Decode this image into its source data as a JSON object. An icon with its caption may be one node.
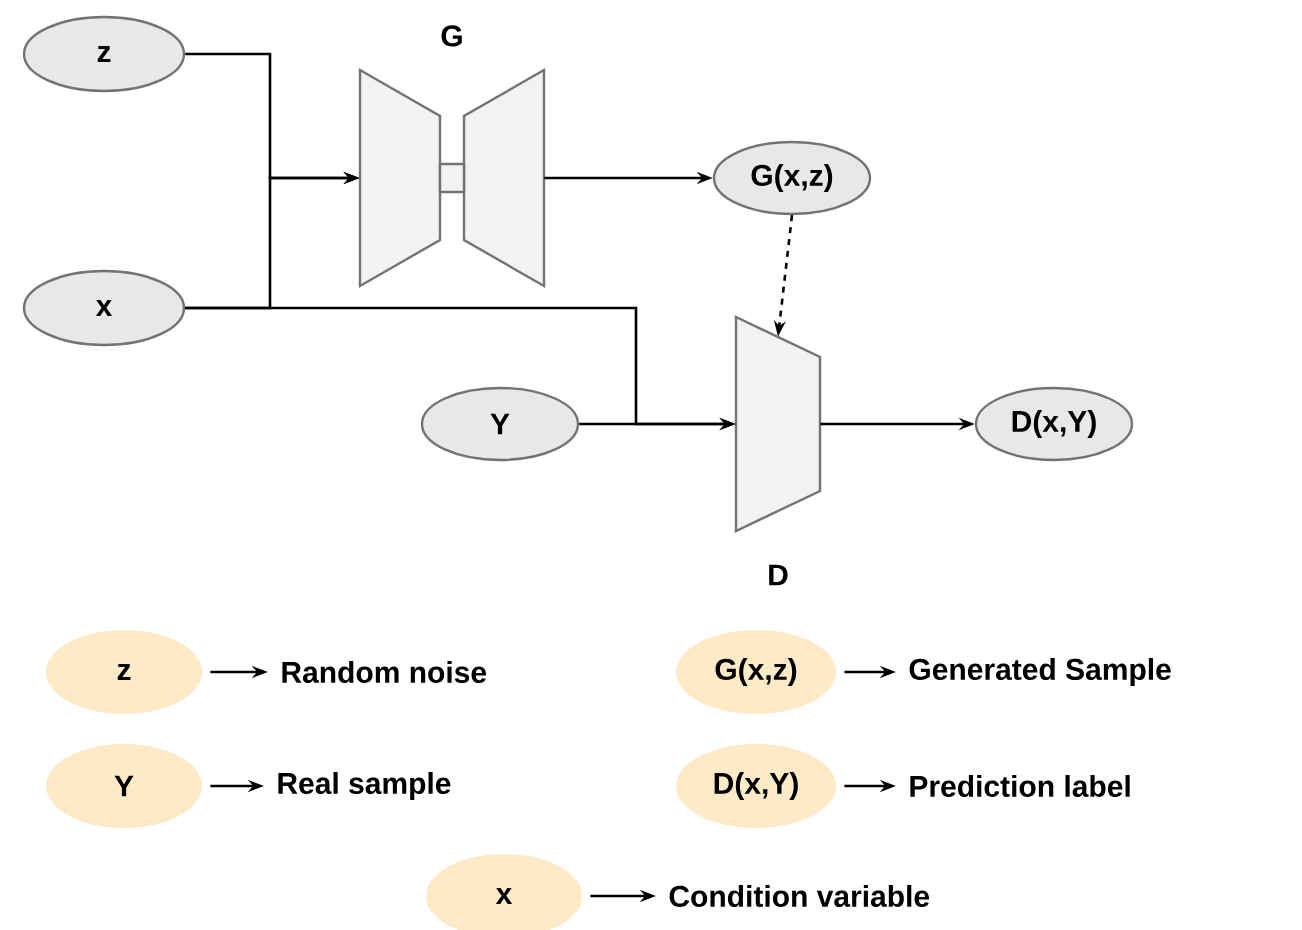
{
  "diagram": {
    "nodes": [
      {
        "text": [
          "z"
        ]
      },
      {
        "text": [
          "x"
        ]
      },
      {
        "text": [
          "G"
        ]
      },
      {
        "text": [
          "G(x,z)"
        ]
      },
      {
        "text": [
          "Y"
        ]
      },
      {
        "text": [
          "D"
        ]
      },
      {
        "text": [
          "D(x,Y)"
        ]
      },
      {
        "text": [
          "z"
        ]
      },
      {
        "text": [
          "Random noise"
        ]
      },
      {
        "text": [
          "G(x,z)"
        ]
      },
      {
        "text": [
          "Generated Sample"
        ]
      },
      {
        "text": [
          "Y"
        ]
      },
      {
        "text": [
          "Real sample"
        ]
      },
      {
        "text": [
          "D(x,Y)"
        ]
      },
      {
        "text": [
          "Prediction label"
        ]
      },
      {
        "text": [
          "x"
        ]
      },
      {
        "text": [
          "Condition variable"
        ]
      }
    ],
    "edges": [
      {
        "from": 0,
        "to": 2,
        "arrow": "to"
      },
      {
        "from": 1,
        "to": 2,
        "arrow": "to"
      },
      {
        "from": 1,
        "to": 5,
        "arrow": "to"
      },
      {
        "from": 4,
        "to": 5,
        "arrow": "to"
      },
      {
        "from": 2,
        "to": 3,
        "arrow": "to"
      },
      {
        "from": 3,
        "to": 5,
        "arrow": "to",
        "style": "dashed"
      },
      {
        "from": 5,
        "to": 6,
        "arrow": "to"
      },
      {
        "from": 7,
        "to": 8,
        "arrow": "to"
      },
      {
        "from": 9,
        "to": 10,
        "arrow": "to"
      },
      {
        "from": 11,
        "to": 12,
        "arrow": "to"
      },
      {
        "from": 13,
        "to": 14,
        "arrow": "to"
      },
      {
        "from": 15,
        "to": 16,
        "arrow": "to"
      }
    ]
  }
}
